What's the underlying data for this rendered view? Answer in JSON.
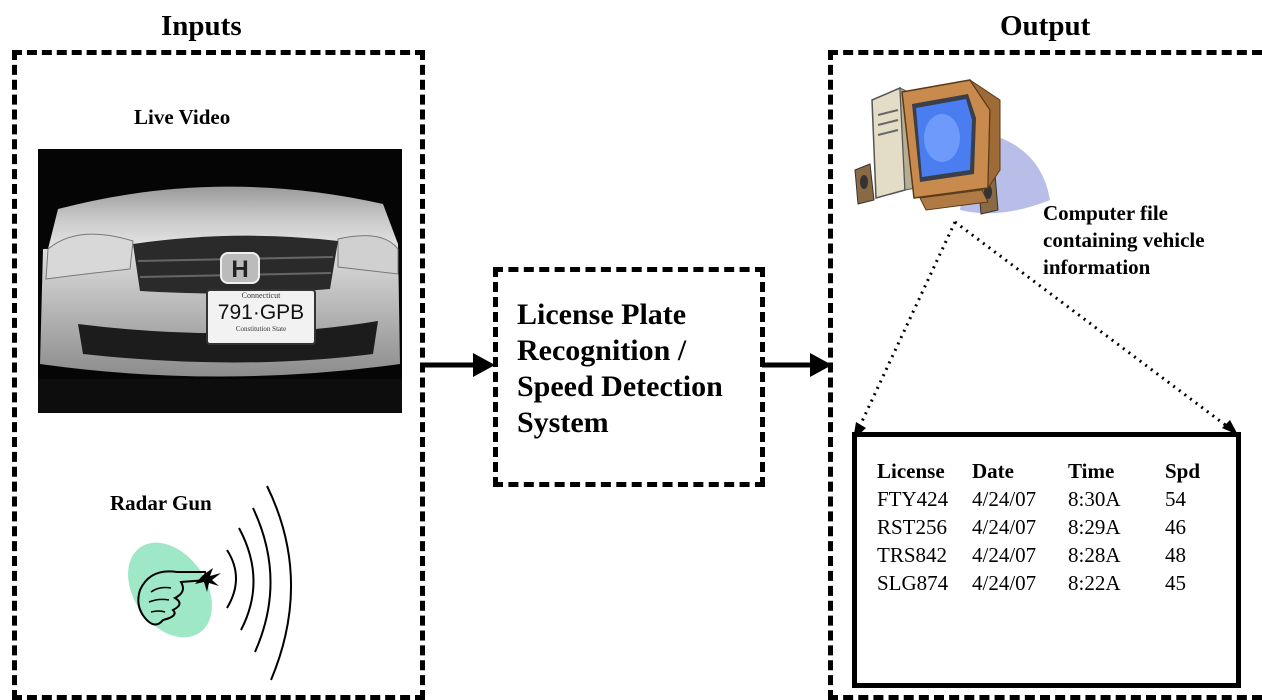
{
  "inputs": {
    "title": "Inputs",
    "live_video_label": "Live Video",
    "radar_gun_label": "Radar Gun",
    "plate": {
      "state": "Connecticut",
      "number": "791·GPB",
      "motto": "Constitution State"
    }
  },
  "process": {
    "lines": [
      "License Plate",
      "Recognition /",
      "Speed Detection",
      "System"
    ]
  },
  "output": {
    "title": "Output",
    "file_label_lines": [
      "Computer file",
      "containing vehicle",
      "information"
    ],
    "table": {
      "headers": [
        "License",
        "Date",
        "Time",
        "Spd"
      ],
      "rows": [
        [
          "FTY424",
          "4/24/07",
          "8:30A",
          "54"
        ],
        [
          "RST256",
          "4/24/07",
          "8:29A",
          "46"
        ],
        [
          "TRS842",
          "4/24/07",
          "8:28A",
          "48"
        ],
        [
          "SLG874",
          "4/24/07",
          "8:22A",
          "45"
        ]
      ]
    }
  },
  "colors": {
    "radar_blob": "#9ee8c8",
    "monitor_screen": "#4a7df0",
    "monitor_body": "#c98a4e",
    "tower": "#e3dcc6",
    "shadow": "#b9bee8"
  }
}
